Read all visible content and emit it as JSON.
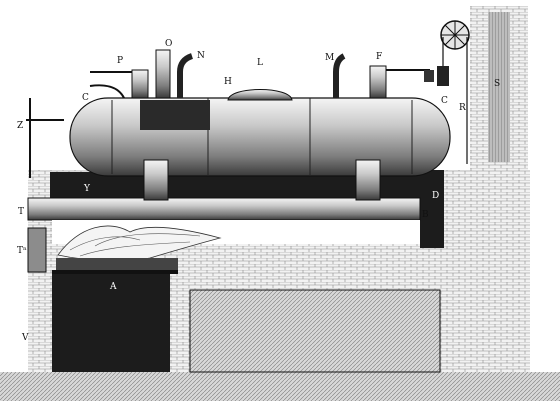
{
  "labels": {
    "P": "P",
    "O": "O",
    "N": "N",
    "H": "H",
    "L": "L",
    "M": "M",
    "F": "F",
    "C_left": "C",
    "C_right": "C",
    "R": "R",
    "S": "S",
    "Z": "Z",
    "Y": "Y",
    "D": "D",
    "T": "T",
    "B": "B",
    "TN": "Tⁿ",
    "A": "A",
    "V": "V"
  },
  "colors": {
    "ink": "#111111",
    "paper": "#ffffff",
    "mid": "#6a6a6a",
    "dark": "#1c1c1c"
  }
}
